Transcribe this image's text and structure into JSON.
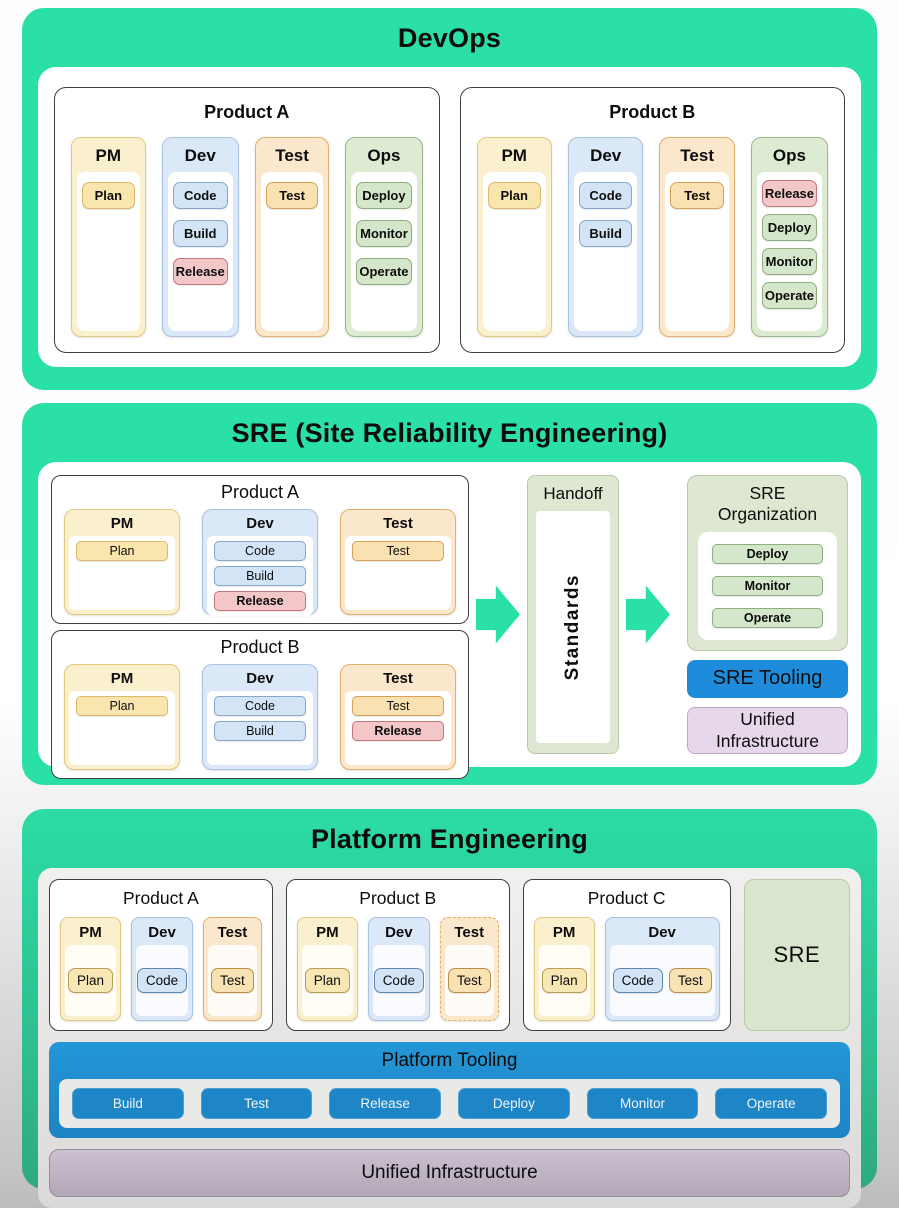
{
  "palette": {
    "section_green": "#2be0a7",
    "section_green_dark": "#2fa981",
    "tooling_blue": "#1f8cdb",
    "platform_button_blue": "#1e86c6",
    "lavender_infra": "#e6d7eb",
    "grey_infra": "#bfb5c5",
    "sage_green": "#dde7d1",
    "column_yellow": "#fbf0ce",
    "column_blue": "#dbe8f8",
    "column_orange": "#fbe8cc",
    "column_green": "#deebd3",
    "chip_pink": "#f3c6c7"
  },
  "devops": {
    "title": "DevOps",
    "products": [
      {
        "title": "Product A",
        "columns": [
          {
            "header": "PM",
            "chips": [
              {
                "label": "Plan"
              }
            ]
          },
          {
            "header": "Dev",
            "chips": [
              {
                "label": "Code"
              },
              {
                "label": "Build"
              },
              {
                "label": "Release"
              }
            ]
          },
          {
            "header": "Test",
            "chips": [
              {
                "label": "Test"
              }
            ]
          },
          {
            "header": "Ops",
            "chips": [
              {
                "label": "Deploy"
              },
              {
                "label": "Monitor"
              },
              {
                "label": "Operate"
              }
            ]
          }
        ]
      },
      {
        "title": "Product B",
        "columns": [
          {
            "header": "PM",
            "chips": [
              {
                "label": "Plan"
              }
            ]
          },
          {
            "header": "Dev",
            "chips": [
              {
                "label": "Code"
              },
              {
                "label": "Build"
              }
            ]
          },
          {
            "header": "Test",
            "chips": [
              {
                "label": "Test"
              }
            ]
          },
          {
            "header": "Ops",
            "chips": [
              {
                "label": "Release"
              },
              {
                "label": "Deploy"
              },
              {
                "label": "Monitor"
              },
              {
                "label": "Operate"
              }
            ]
          }
        ]
      }
    ]
  },
  "sre": {
    "title": "SRE (Site Reliability Engineering)",
    "products": [
      {
        "title": "Product A",
        "columns": [
          {
            "header": "PM",
            "chips": [
              {
                "label": "Plan"
              }
            ]
          },
          {
            "header": "Dev",
            "chips": [
              {
                "label": "Code"
              },
              {
                "label": "Build"
              },
              {
                "label": "Release"
              }
            ]
          },
          {
            "header": "Test",
            "chips": [
              {
                "label": "Test"
              }
            ]
          }
        ]
      },
      {
        "title": "Product B",
        "columns": [
          {
            "header": "PM",
            "chips": [
              {
                "label": "Plan"
              }
            ]
          },
          {
            "header": "Dev",
            "chips": [
              {
                "label": "Code"
              },
              {
                "label": "Build"
              }
            ]
          },
          {
            "header": "Test",
            "chips": [
              {
                "label": "Test"
              },
              {
                "label": "Release"
              }
            ]
          }
        ]
      }
    ],
    "handoff": {
      "title": "Handoff",
      "vertical_label": "Standards"
    },
    "organization": {
      "title": "SRE Organization",
      "chips": [
        {
          "label": "Deploy"
        },
        {
          "label": "Monitor"
        },
        {
          "label": "Operate"
        }
      ]
    },
    "tooling_label": "SRE Tooling",
    "infrastructure_label": "Unified Infrastructure"
  },
  "platform": {
    "title": "Platform Engineering",
    "products": [
      {
        "title": "Product A",
        "columns": [
          {
            "header": "PM",
            "chips": [
              {
                "label": "Plan"
              }
            ]
          },
          {
            "header": "Dev",
            "chips": [
              {
                "label": "Code"
              }
            ]
          },
          {
            "header": "Test",
            "chips": [
              {
                "label": "Test"
              }
            ]
          }
        ]
      },
      {
        "title": "Product B",
        "columns": [
          {
            "header": "PM",
            "chips": [
              {
                "label": "Plan"
              }
            ]
          },
          {
            "header": "Dev",
            "chips": [
              {
                "label": "Code"
              }
            ]
          },
          {
            "header": "Test",
            "chips": [
              {
                "label": "Test"
              }
            ]
          }
        ]
      },
      {
        "title": "Product C",
        "columns": [
          {
            "header": "PM",
            "chips": [
              {
                "label": "Plan"
              }
            ]
          },
          {
            "header": "Dev",
            "chips": [
              {
                "label": "Code"
              },
              {
                "label": "Test"
              }
            ]
          }
        ]
      }
    ],
    "sre_label": "SRE",
    "tooling": {
      "title": "Platform Tooling",
      "buttons": [
        {
          "label": "Build"
        },
        {
          "label": "Test"
        },
        {
          "label": "Release"
        },
        {
          "label": "Deploy"
        },
        {
          "label": "Monitor"
        },
        {
          "label": "Operate"
        }
      ]
    },
    "infrastructure_label": "Unified Infrastructure"
  }
}
